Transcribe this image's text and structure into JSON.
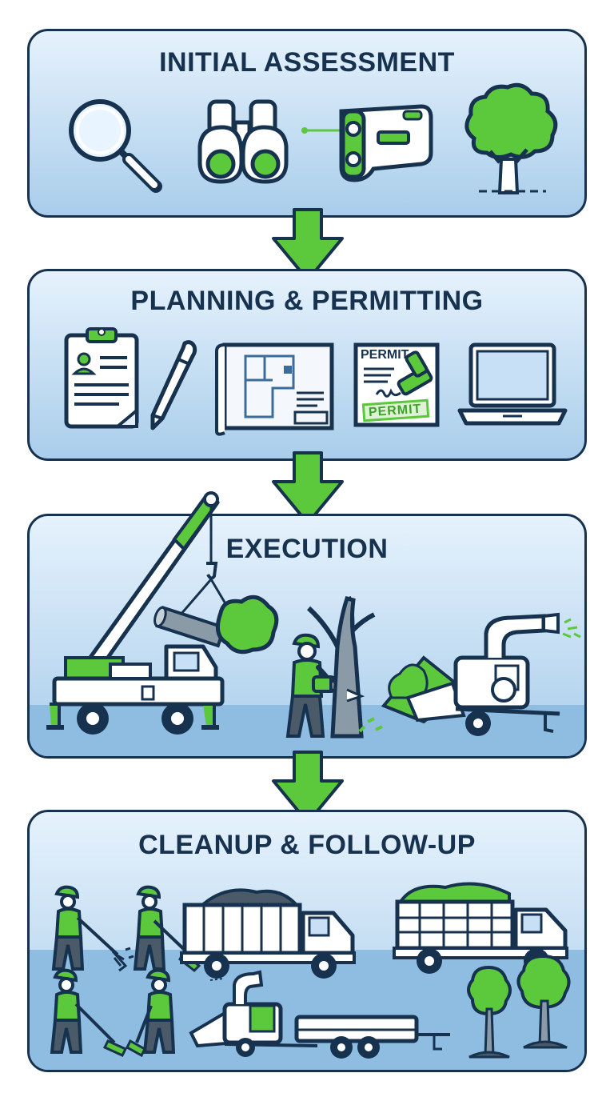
{
  "stages": [
    {
      "title": "INITIAL ASSESSMENT"
    },
    {
      "title": "PLANNING & PERMITTING"
    },
    {
      "title": "EXECUTION"
    },
    {
      "title": "CLEANUP & FOLLOW-UP"
    }
  ],
  "icons": {
    "assessment": [
      "magnifier-icon",
      "binoculars-icon",
      "rangefinder-icon",
      "tree-icon"
    ],
    "planning": [
      "clipboard-icon",
      "pen-icon",
      "blueprint-icon",
      "permit-icon",
      "laptop-icon"
    ],
    "execution": [
      "crane-truck-icon",
      "worker-chainsaw-icon",
      "tree-trunk-icon",
      "wood-chipper-icon"
    ],
    "cleanup": [
      "worker-rake-icon",
      "worker-broom-icon",
      "dump-truck-icon",
      "chip-truck-icon",
      "wood-chipper-icon",
      "trailer-icon",
      "tree-icon"
    ]
  },
  "permit": {
    "header": "PERMIT",
    "stamp": "PERMIT"
  },
  "colors": {
    "navy": "#16324f",
    "green": "#5cc83c",
    "panel_top": "#e6f2fc",
    "panel_bottom": "#a9cdeb"
  }
}
